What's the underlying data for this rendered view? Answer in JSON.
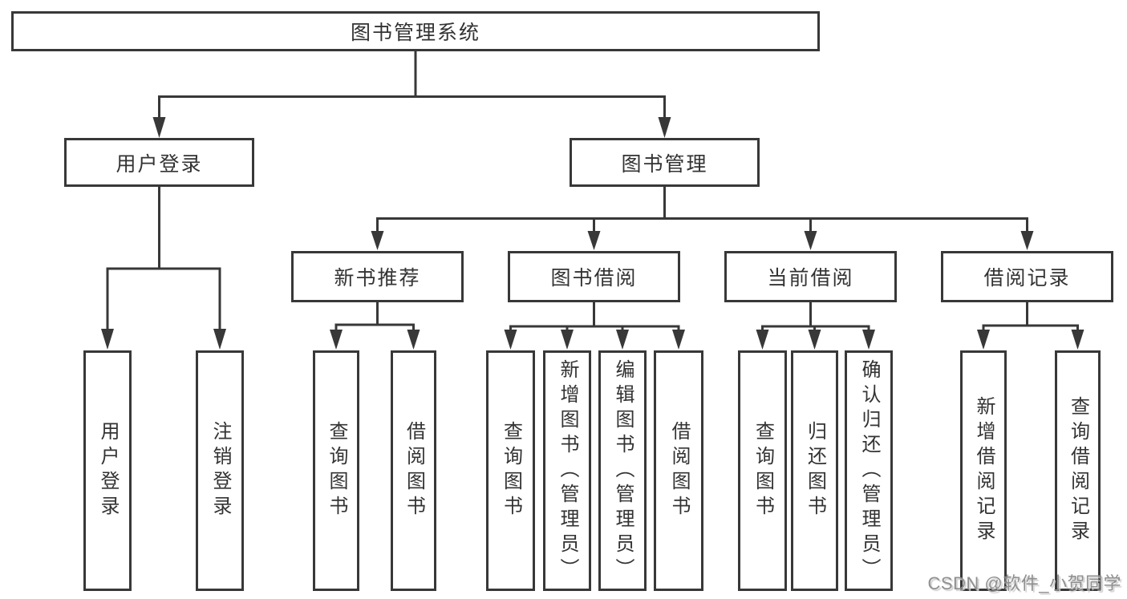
{
  "tree": {
    "label": "图书管理系统",
    "children": [
      {
        "label": "用户登录",
        "children": [
          {
            "label": "用户登录"
          },
          {
            "label": "注销登录"
          }
        ]
      },
      {
        "label": "图书管理",
        "children": [
          {
            "label": "新书推荐",
            "children": [
              {
                "label": "查询图书"
              },
              {
                "label": "借阅图书"
              }
            ]
          },
          {
            "label": "图书借阅",
            "children": [
              {
                "label": "查询图书"
              },
              {
                "label": "新增图书（管理员）"
              },
              {
                "label": "编辑图书（管理员）"
              },
              {
                "label": "借阅图书"
              }
            ]
          },
          {
            "label": "当前借阅",
            "children": [
              {
                "label": "查询图书"
              },
              {
                "label": "归还图书"
              },
              {
                "label": "确认归还（管理员）"
              }
            ]
          },
          {
            "label": "借阅记录",
            "children": [
              {
                "label": "新增借阅记录"
              },
              {
                "label": "查询借阅记录"
              }
            ]
          }
        ]
      }
    ]
  },
  "watermark": {
    "text": "CSDN @软件_小贺同学"
  },
  "colors": {
    "line": "#383838",
    "text": "#333333",
    "watermark_gray": "#8f8f8f",
    "background": "#ffffff"
  }
}
